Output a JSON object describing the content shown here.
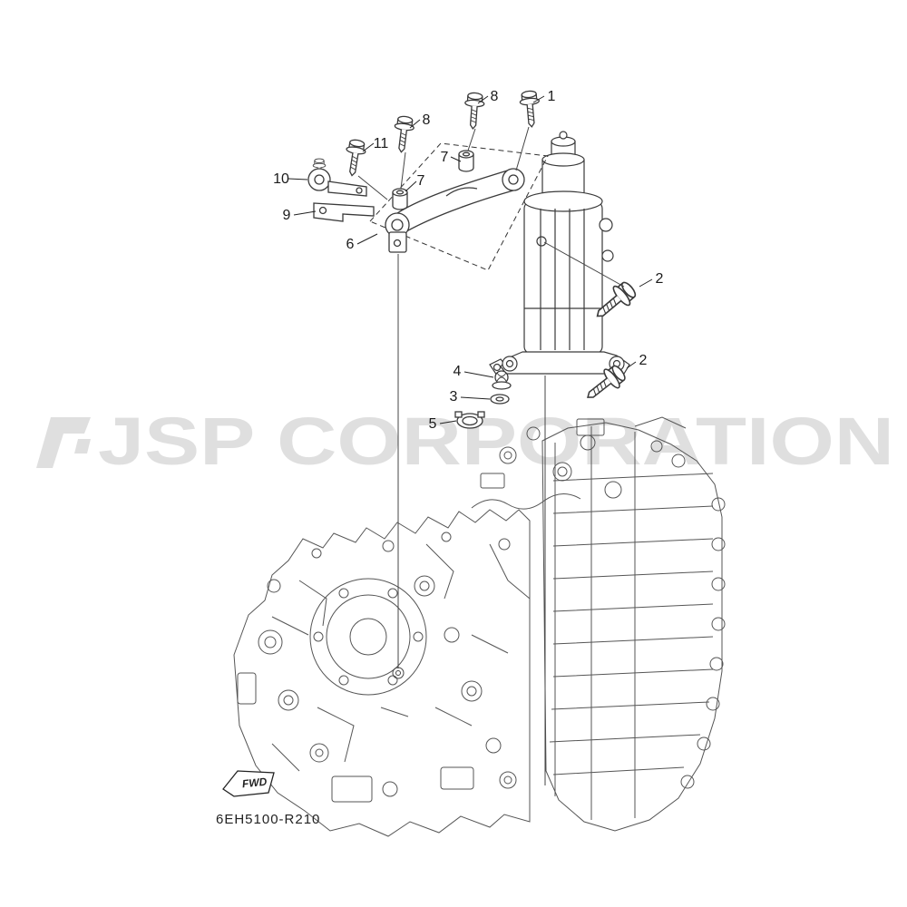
{
  "watermark": {
    "text": "JSP CORPORATION",
    "color": "#dcdcdc"
  },
  "footer": {
    "drawing_code": "6EH5100-R210"
  },
  "flag": {
    "label": "FWD"
  },
  "callouts": [
    {
      "label": "8"
    },
    {
      "label": "1"
    },
    {
      "label": "8"
    },
    {
      "label": "11"
    },
    {
      "label": "10"
    },
    {
      "label": "7"
    },
    {
      "label": "7"
    },
    {
      "label": "9"
    },
    {
      "label": "6"
    },
    {
      "label": "2"
    },
    {
      "label": "2"
    },
    {
      "label": "4"
    },
    {
      "label": "3"
    },
    {
      "label": "5"
    }
  ]
}
